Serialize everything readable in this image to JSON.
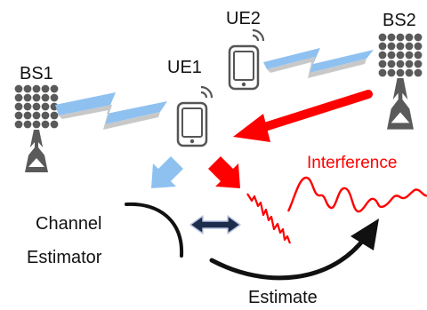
{
  "labels": {
    "bs1": "BS1",
    "bs2": "BS2",
    "ue1": "UE1",
    "ue2": "UE2",
    "interference": "Interference",
    "channel": "Channel",
    "estimator": "Estimator",
    "estimate": "Estimate"
  },
  "icons": {
    "base_station": "cell-tower-icon",
    "user_equipment": "smartphone-icon",
    "signal": "wireless-signal-icon"
  },
  "colors": {
    "tower": "#5a5a5a",
    "desired_link": "#8ec1f0",
    "interference": "#ff0000",
    "arrow_dark": "#111111",
    "double_arrow_fill": "#1f2d4d",
    "double_arrow_stroke": "#b8c6e0"
  }
}
